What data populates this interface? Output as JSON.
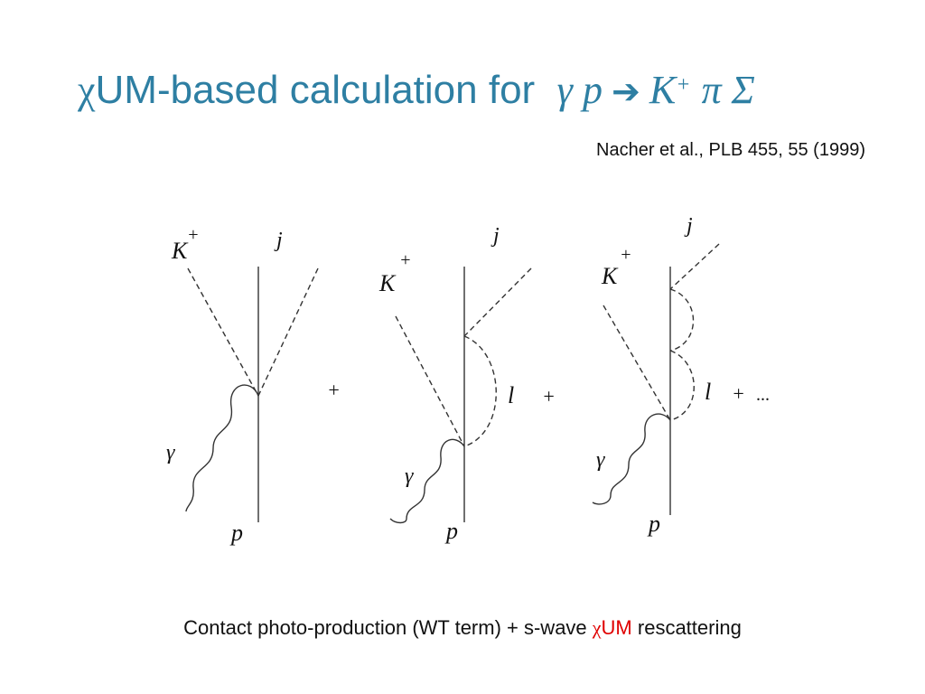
{
  "title": {
    "chi": "χ",
    "text": "UM-based calculation for",
    "reaction_lhs": "γ p",
    "arrow": "➔",
    "kaon": "K",
    "kaon_charge": "+",
    "rest": "π Σ"
  },
  "citation": "Nacher et al., PLB 455, 55 (1999)",
  "diagrams": {
    "d1": {
      "kaon": "K",
      "kaon_charge": "+",
      "j": "j",
      "gamma": "γ",
      "proton": "p",
      "plus": "+"
    },
    "d2": {
      "kaon": "K",
      "kaon_charge": "+",
      "j": "j",
      "loop": "l",
      "gamma": "γ",
      "proton": "p",
      "plus": "+"
    },
    "d3": {
      "kaon": "K",
      "kaon_charge": "+",
      "j": "j",
      "loop": "l",
      "gamma": "γ",
      "proton": "p",
      "plus": "+",
      "ellipsis": "..."
    }
  },
  "caption": {
    "prefix": "Contact photo-production (WT term) + s-wave ",
    "chi": "χ",
    "highlight": "UM",
    "suffix": " rescattering"
  },
  "colors": {
    "title": "#2e7fa3",
    "highlight": "#e00000"
  }
}
